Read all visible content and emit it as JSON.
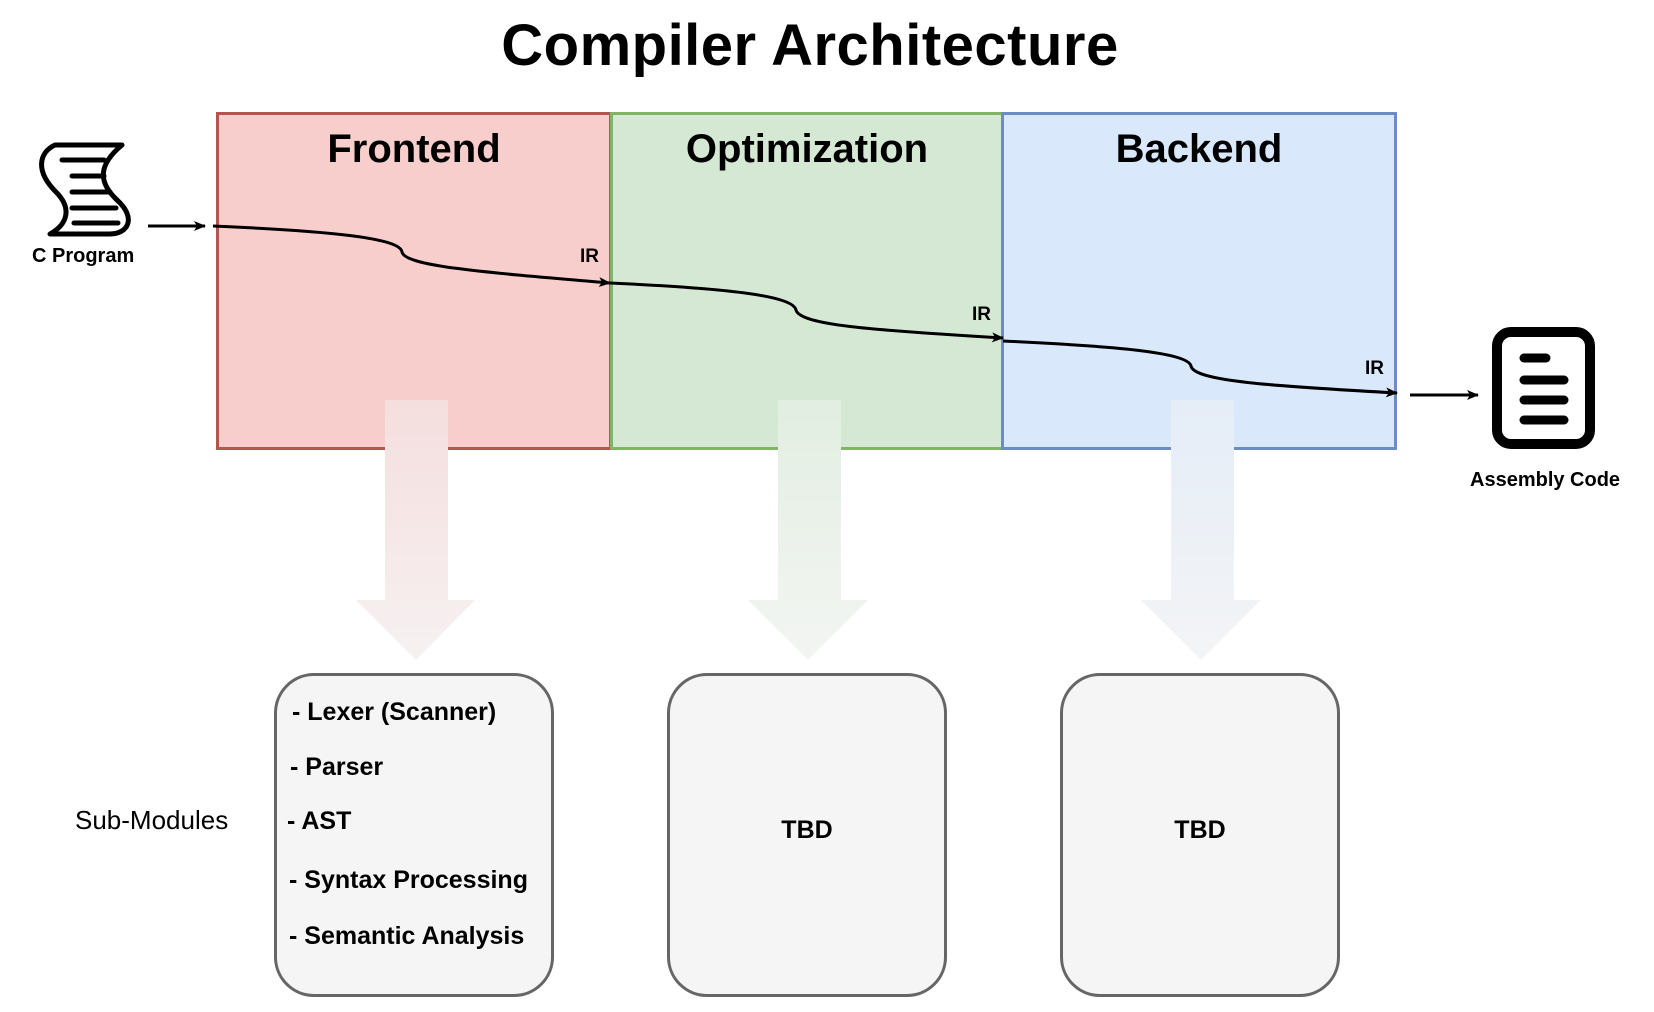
{
  "title": "Compiler Architecture",
  "input": {
    "label": "C Program",
    "icon": "script-icon"
  },
  "output": {
    "label": "Assembly Code",
    "icon": "document-icon"
  },
  "stages": [
    {
      "name": "Frontend",
      "fill": "#f8cecc",
      "stroke": "#b85450"
    },
    {
      "name": "Optimization",
      "fill": "#d5e8d4",
      "stroke": "#82b366"
    },
    {
      "name": "Backend",
      "fill": "#dae8fc",
      "stroke": "#6c8ebf"
    }
  ],
  "ir_labels": [
    "IR",
    "IR",
    "IR"
  ],
  "submodules_label": "Sub-Modules",
  "modules": {
    "frontend": [
      "- Lexer (Scanner)",
      "- Parser",
      "- AST",
      "- Syntax Processing",
      "- Semantic Analysis"
    ],
    "optimization": "TBD",
    "backend": "TBD"
  },
  "module_colors": {
    "fill": "#f5f5f5",
    "stroke": "#666666"
  }
}
